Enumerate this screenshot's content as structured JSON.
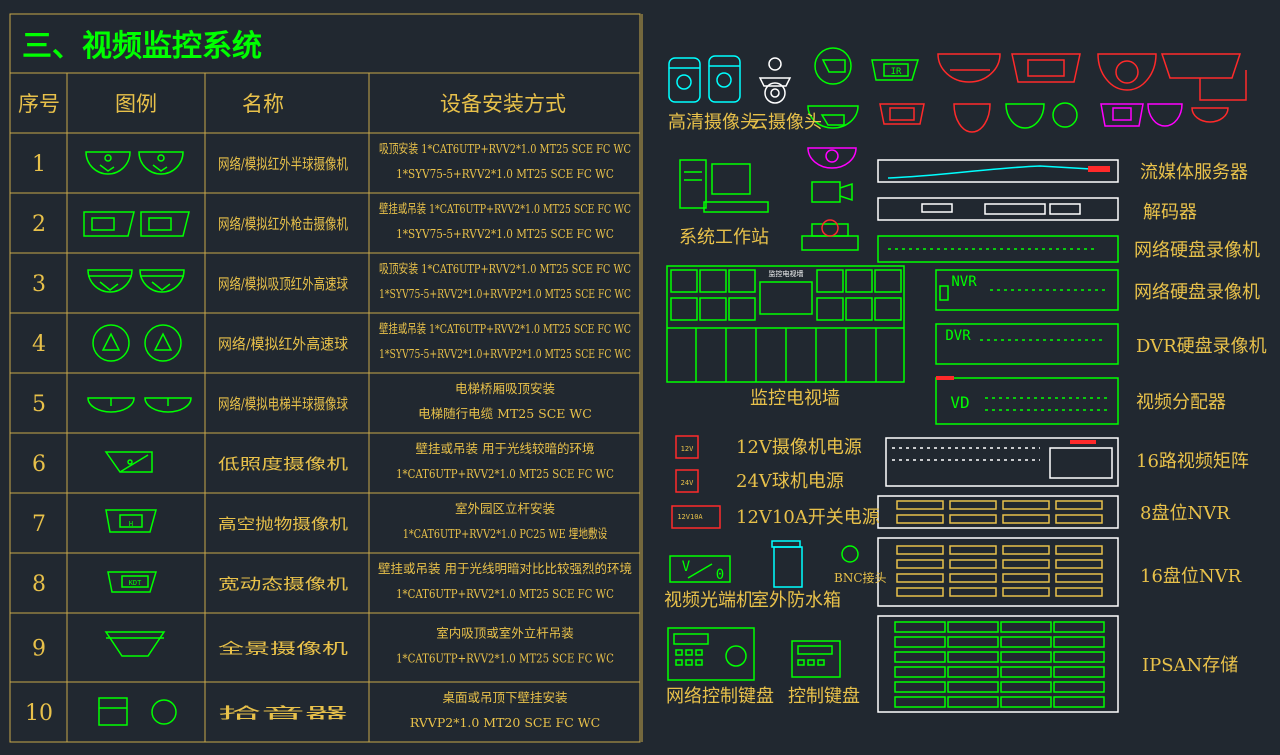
{
  "title": "三、视频监控系统",
  "table": {
    "headers": [
      "序号",
      "图例",
      "名称",
      "设备安装方式"
    ],
    "rows": [
      {
        "no": "1",
        "name": "网络/模拟红外半球摄像机",
        "lines": [
          "吸顶安装    1*CAT6UTP+RVV2*1.0 MT25 SCE FC WC",
          "1*SYV75-5+RVV2*1.0 MT25 SCE FC WC"
        ]
      },
      {
        "no": "2",
        "name": "网络/模拟红外枪击摄像机",
        "lines": [
          "壁挂或吊装  1*CAT6UTP+RVV2*1.0 MT25 SCE FC WC",
          "1*SYV75-5+RVV2*1.0 MT25 SCE FC WC"
        ]
      },
      {
        "no": "3",
        "name": "网络/模拟吸顶红外高速球",
        "lines": [
          "吸顶安装    1*CAT6UTP+RVV2*1.0 MT25 SCE FC WC",
          "1*SYV75-5+RVV2*1.0+RVVP2*1.0 MT25 SCE FC WC"
        ]
      },
      {
        "no": "4",
        "name": "网络/模拟红外高速球",
        "lines": [
          "壁挂或吊装  1*CAT6UTP+RVV2*1.0 MT25 SCE FC WC",
          "1*SYV75-5+RVV2*1.0+RVVP2*1.0 MT25 SCE FC WC"
        ]
      },
      {
        "no": "5",
        "name": "网络/模拟电梯半球摄像球",
        "lines": [
          "电梯桥厢吸顶安装",
          "电梯随行电缆 MT25 SCE WC"
        ]
      },
      {
        "no": "6",
        "name": "低照度摄像机",
        "lines": [
          "壁挂或吊装  用于光线较暗的环境",
          "1*CAT6UTP+RVV2*1.0 MT25 SCE FC WC"
        ]
      },
      {
        "no": "7",
        "name": "高空抛物摄像机",
        "lines": [
          "室外园区立杆安装",
          "1*CAT6UTP+RVV2*1.0 PC25 WE 埋地敷设"
        ]
      },
      {
        "no": "8",
        "name": "宽动态摄像机",
        "lines": [
          "壁挂或吊装 用于光线明暗对比比较强烈的环境",
          "1*CAT6UTP+RVV2*1.0 MT25 SCE FC WC"
        ]
      },
      {
        "no": "9",
        "name": "全景摄像机",
        "lines": [
          "室内吸顶或室外立杆吊装",
          "1*CAT6UTP+RVV2*1.0 MT25 SCE FC WC"
        ]
      },
      {
        "no": "10",
        "name": "拾音器",
        "lines": [
          "桌面或吊顶下壁挂安装",
          "RVVP2*1.0 MT20 SCE FC WC"
        ]
      }
    ]
  },
  "symbol_texts": {
    "ir_tag": "IR",
    "h_tag": "H",
    "kdt_tag": "KDT",
    "nvr_tag": "NVR",
    "dvr_tag": "DVR",
    "vd_tag": "VD",
    "v_tag": "V",
    "o_tag": "0",
    "psu12": "12V",
    "psu24": "24V",
    "psu10a": "12V10A"
  },
  "devices": {
    "hd_camera": "高清摄像头",
    "ptz_camera": "云摄像头",
    "workstation": "系统工作站",
    "tv_wall": "监控电视墙",
    "tv_wall_tag": "监控电视墙",
    "streaming_server": "流媒体服务器",
    "decoder": "解码器",
    "nvr_a": "网络硬盘录像机",
    "nvr_b": "网络硬盘录像机",
    "dvr": "DVR硬盘录像机",
    "video_splitter": "视频分配器",
    "psu_12v": "12V摄像机电源",
    "psu_24v": "24V球机电源",
    "psu_12v10a": "12V10A开关电源",
    "matrix16": "16路视频矩阵",
    "nvr8": "8盘位NVR",
    "nvr16": "16盘位NVR",
    "optical": "视频光端机",
    "waterproof_box": "室外防水箱",
    "bnc": "BNC接头",
    "net_keyboard": "网络控制键盘",
    "keyboard": "控制键盘",
    "ipsan": "IPSAN存储"
  },
  "colors": {
    "background": "#212830",
    "grid": "#c8a84a",
    "title": "#00ff00",
    "text": "#e8c14a",
    "symbol": "#00ff00",
    "cyan": "#00ffff",
    "magenta": "#ff00ff",
    "red": "#ff2a2a",
    "white": "#ffffff"
  }
}
